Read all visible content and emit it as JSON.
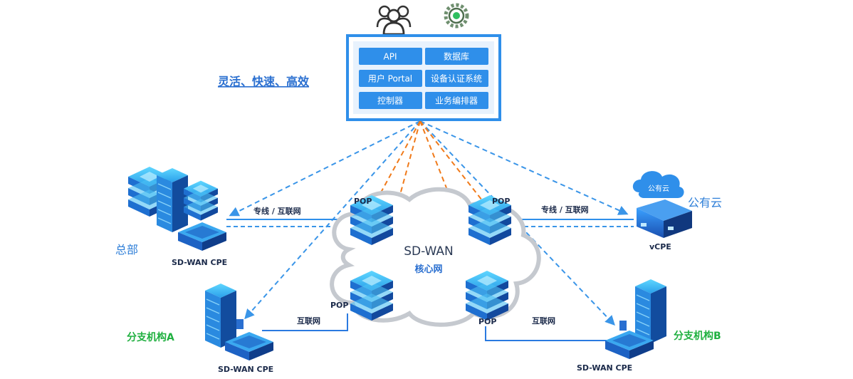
{
  "controller": {
    "cells": [
      "API",
      "数据库",
      "用户 Portal",
      "设备认证系统",
      "控制器",
      "业务编排器"
    ]
  },
  "icons": {
    "users": "users-icon",
    "gear": "gear-icon"
  },
  "slogan": "灵活、快速、高效",
  "core": {
    "name": "SD-WAN",
    "sub": "核心网"
  },
  "pop_label": "POP",
  "hq": {
    "name": "总部",
    "device": "SD-WAN CPE"
  },
  "cloud": {
    "name": "公有云",
    "badge": "公有云",
    "device": "vCPE"
  },
  "branch_a": {
    "name": "分支机构A",
    "device": "SD-WAN CPE"
  },
  "branch_b": {
    "name": "分支机构B",
    "device": "SD-WAN CPE"
  },
  "links": {
    "leased": "专线 / 互联网",
    "internet": "互联网"
  },
  "colors": {
    "accent": "#2f8fea",
    "orange": "#f07a1a",
    "dash_blue": "#3a95e8",
    "green": "#20b040"
  }
}
